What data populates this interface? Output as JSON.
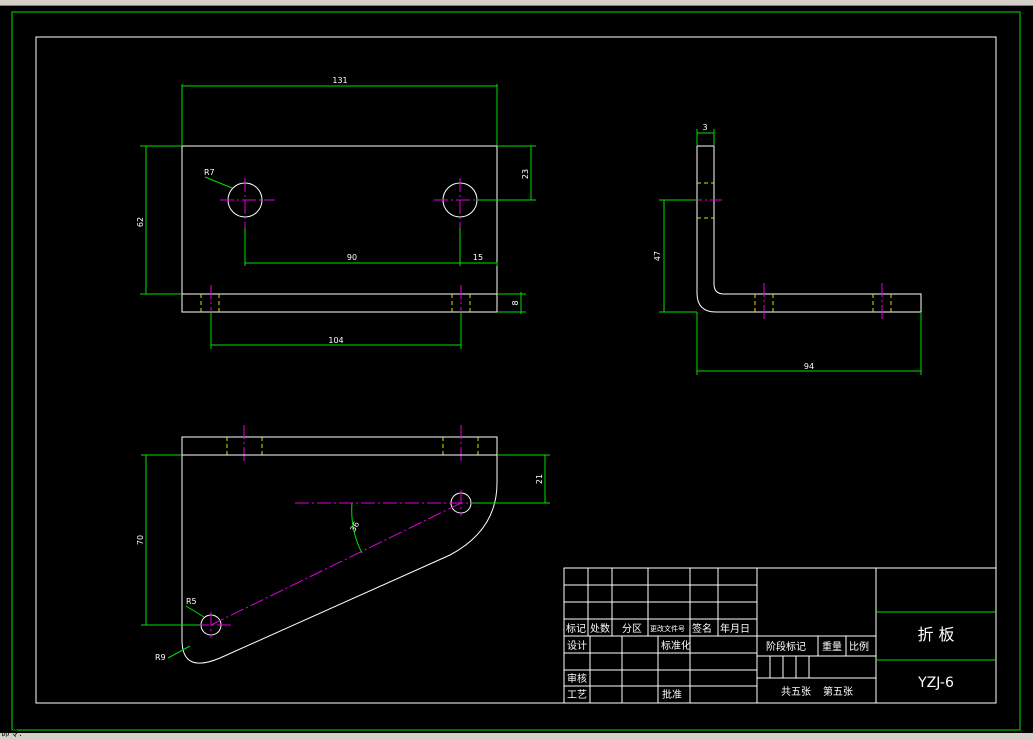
{
  "dimensions": {
    "top_width": "131",
    "top_height": "62",
    "r7": "R7",
    "hole_offset_23": "23",
    "hole_spacing_90": "90",
    "edge_15": "15",
    "thickness_8": "8",
    "span_104": "104",
    "side_thickness_3": "3",
    "side_height_47": "47",
    "side_length_94": "94",
    "bottom_height_70": "70",
    "bottom_offset_21": "21",
    "angle_36": "36",
    "r5": "R5",
    "r9": "R9"
  },
  "title_block": {
    "col_mark": "标记",
    "col_count": "处数",
    "col_zone": "分区",
    "col_docno": "更改文件号",
    "col_sign": "签名",
    "col_date": "年月日",
    "design": "设计",
    "standardize": "标准化",
    "stage_mark": "阶段标记",
    "weight": "重量",
    "scale": "比例",
    "review": "审核",
    "process": "工艺",
    "approve": "批准",
    "sheets_total": "共五张",
    "sheet_no": "第五张",
    "part_name": "折 板",
    "drawing_no": "YZJ-6"
  },
  "status": {
    "prompt": "命令:"
  },
  "colors": {
    "background": "#000000",
    "outline": "#ffffff",
    "dimension": "#00e000",
    "centerline": "#e000e0",
    "hidden": "#e0e000"
  }
}
